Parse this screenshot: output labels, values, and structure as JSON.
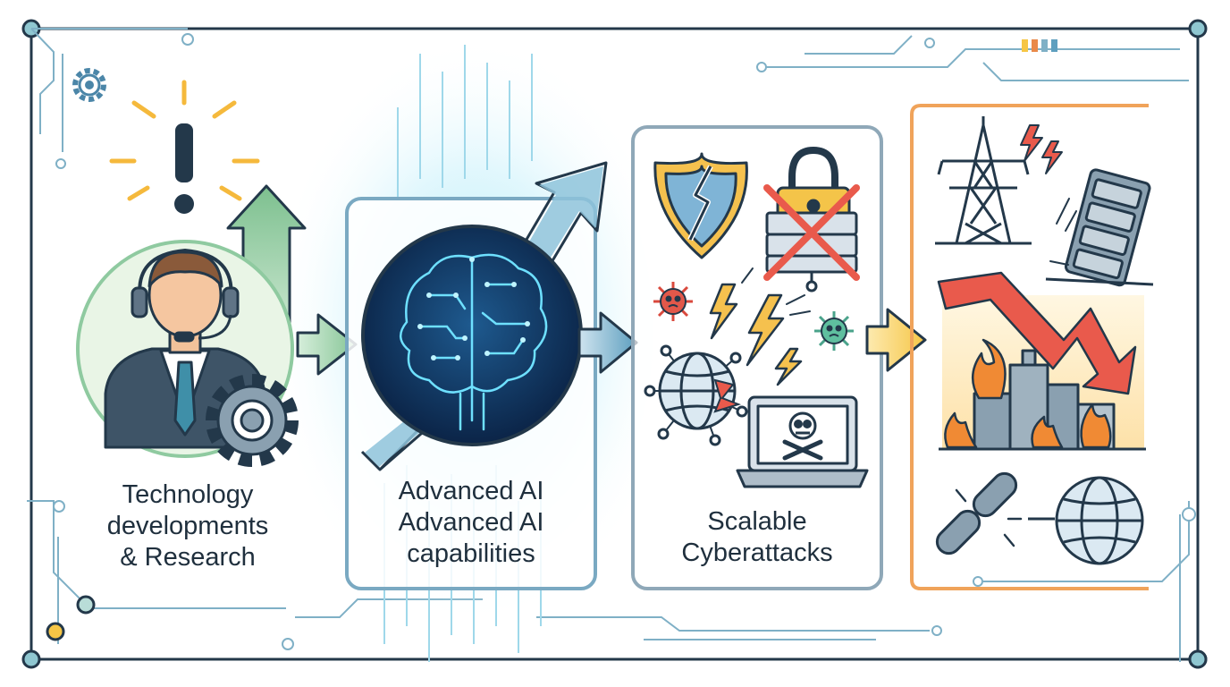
{
  "stages": [
    {
      "id": "research",
      "lines": [
        "Technology",
        "developments",
        "& Research"
      ]
    },
    {
      "id": "ai",
      "lines": [
        "Advanced AI",
        "Advanced AI",
        "capabilities"
      ]
    },
    {
      "id": "cyber",
      "lines": [
        "Scalable",
        "Cyberattacks"
      ]
    },
    {
      "id": "impact",
      "lines": []
    }
  ],
  "colors": {
    "frame": "#23384a",
    "circuit": "#7fb0c6",
    "ai_glow": "#8fdcf2",
    "brain_bg": "#0f2f57",
    "brain": "#6ee0ff",
    "box_blue": "#7aa9c2",
    "box_gray": "#8fa8b8",
    "box_orange": "#f0a35a",
    "arrow_green": "#8fcaa0",
    "arrow_blue": "#6aa7c4",
    "arrow_yellow": "#f6c646",
    "decline_red": "#e95a4c",
    "fire": "#f08a34",
    "shield_yellow": "#f5c14e",
    "lock_yellow": "#f4c449"
  }
}
